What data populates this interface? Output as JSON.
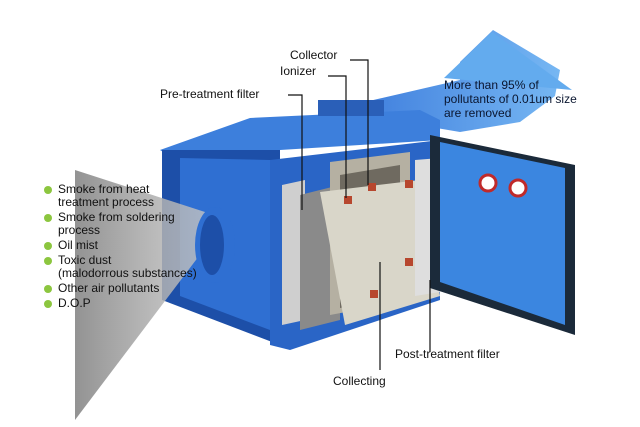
{
  "callouts": {
    "collector": "Collector",
    "ionizer": "Ionizer",
    "pretreatment": "Pre-treatment filter",
    "posttreatment": "Post-treatment filter",
    "collecting": "Collecting",
    "removal": [
      "More than 95% of",
      "pollutants of 0.01um size",
      "are removed"
    ]
  },
  "pollutants": [
    {
      "lines": [
        "Smoke from heat",
        "treatment process"
      ]
    },
    {
      "lines": [
        "Smoke from soldering",
        "process"
      ]
    },
    {
      "lines": [
        "Oil mist"
      ]
    },
    {
      "lines": [
        "Toxic dust",
        "(malodorrous substances)"
      ]
    },
    {
      "lines": [
        "Other air pollutants"
      ]
    },
    {
      "lines": [
        "D.O.P"
      ]
    }
  ],
  "colors": {
    "housing": "#2f6fd2",
    "housing_dark": "#1d4fa8",
    "bullet": "#8cc63f",
    "intake_stream": "#9a9a9a",
    "outlet_arrow": "#3d86e0"
  }
}
